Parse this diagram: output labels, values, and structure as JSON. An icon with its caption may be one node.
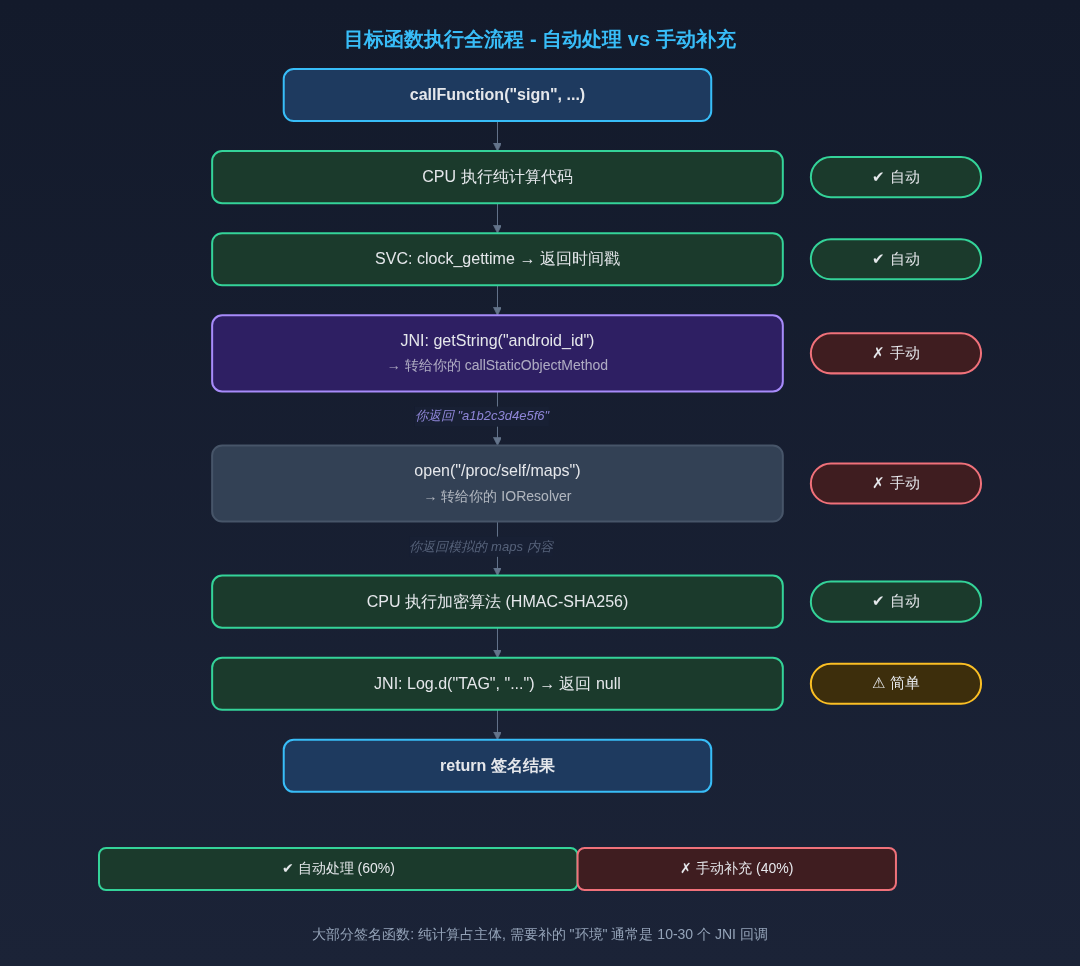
{
  "diagram": {
    "title": "目标函数执行全流程 - 自动处理 vs 手动补充",
    "caption": "大部分签名函数: 纯计算占主体, 需要补的 \"环境\" 通常是 10-30 个 JNI 回调",
    "nodes": [
      {
        "text": [
          "callFunction(\"sign\", ...)"
        ]
      },
      {
        "text": [
          "CPU 执行纯计算代码"
        ]
      },
      {
        "text": [
          "✔ 自动"
        ]
      },
      {
        "text": [
          "SVC: clock_gettime → 返回时间戳"
        ]
      },
      {
        "text": [
          "✔ 自动"
        ]
      },
      {
        "text": [
          "JNI: getString(\"android_id\")",
          "→ 转给你的 callStaticObjectMethod"
        ]
      },
      {
        "text": [
          "✗ 手动"
        ]
      },
      {
        "text": [
          "open(\"/proc/self/maps\")",
          "→ 转给你的 IOResolver"
        ]
      },
      {
        "text": [
          "✗ 手动"
        ]
      },
      {
        "text": [
          "CPU 执行加密算法 (HMAC-SHA256)"
        ]
      },
      {
        "text": [
          "✔ 自动"
        ]
      },
      {
        "text": [
          "JNI: Log.d(\"TAG\", \"...\") → 返回 null"
        ]
      },
      {
        "text": [
          "⚠ 简单"
        ]
      },
      {
        "text": [
          "return 签名结果"
        ]
      },
      {
        "text": [
          "✔ 自动处理 (60%)"
        ]
      },
      {
        "text": [
          "✗ 手动补充 (40%)"
        ]
      }
    ],
    "edges": [
      {
        "from": 0,
        "to": 1,
        "arrow": "to"
      },
      {
        "from": 1,
        "to": 3,
        "arrow": "to"
      },
      {
        "from": 3,
        "to": 5,
        "arrow": "to"
      },
      {
        "from": 5,
        "to": 7,
        "arrow": "to",
        "label": "你返回 \"a1b2c3d4e5f6\""
      },
      {
        "from": 7,
        "to": 9,
        "arrow": "to",
        "label": "你返回模拟的 maps 内容"
      },
      {
        "from": 9,
        "to": 11,
        "arrow": "to"
      },
      {
        "from": 11,
        "to": 13,
        "arrow": "to"
      }
    ]
  }
}
